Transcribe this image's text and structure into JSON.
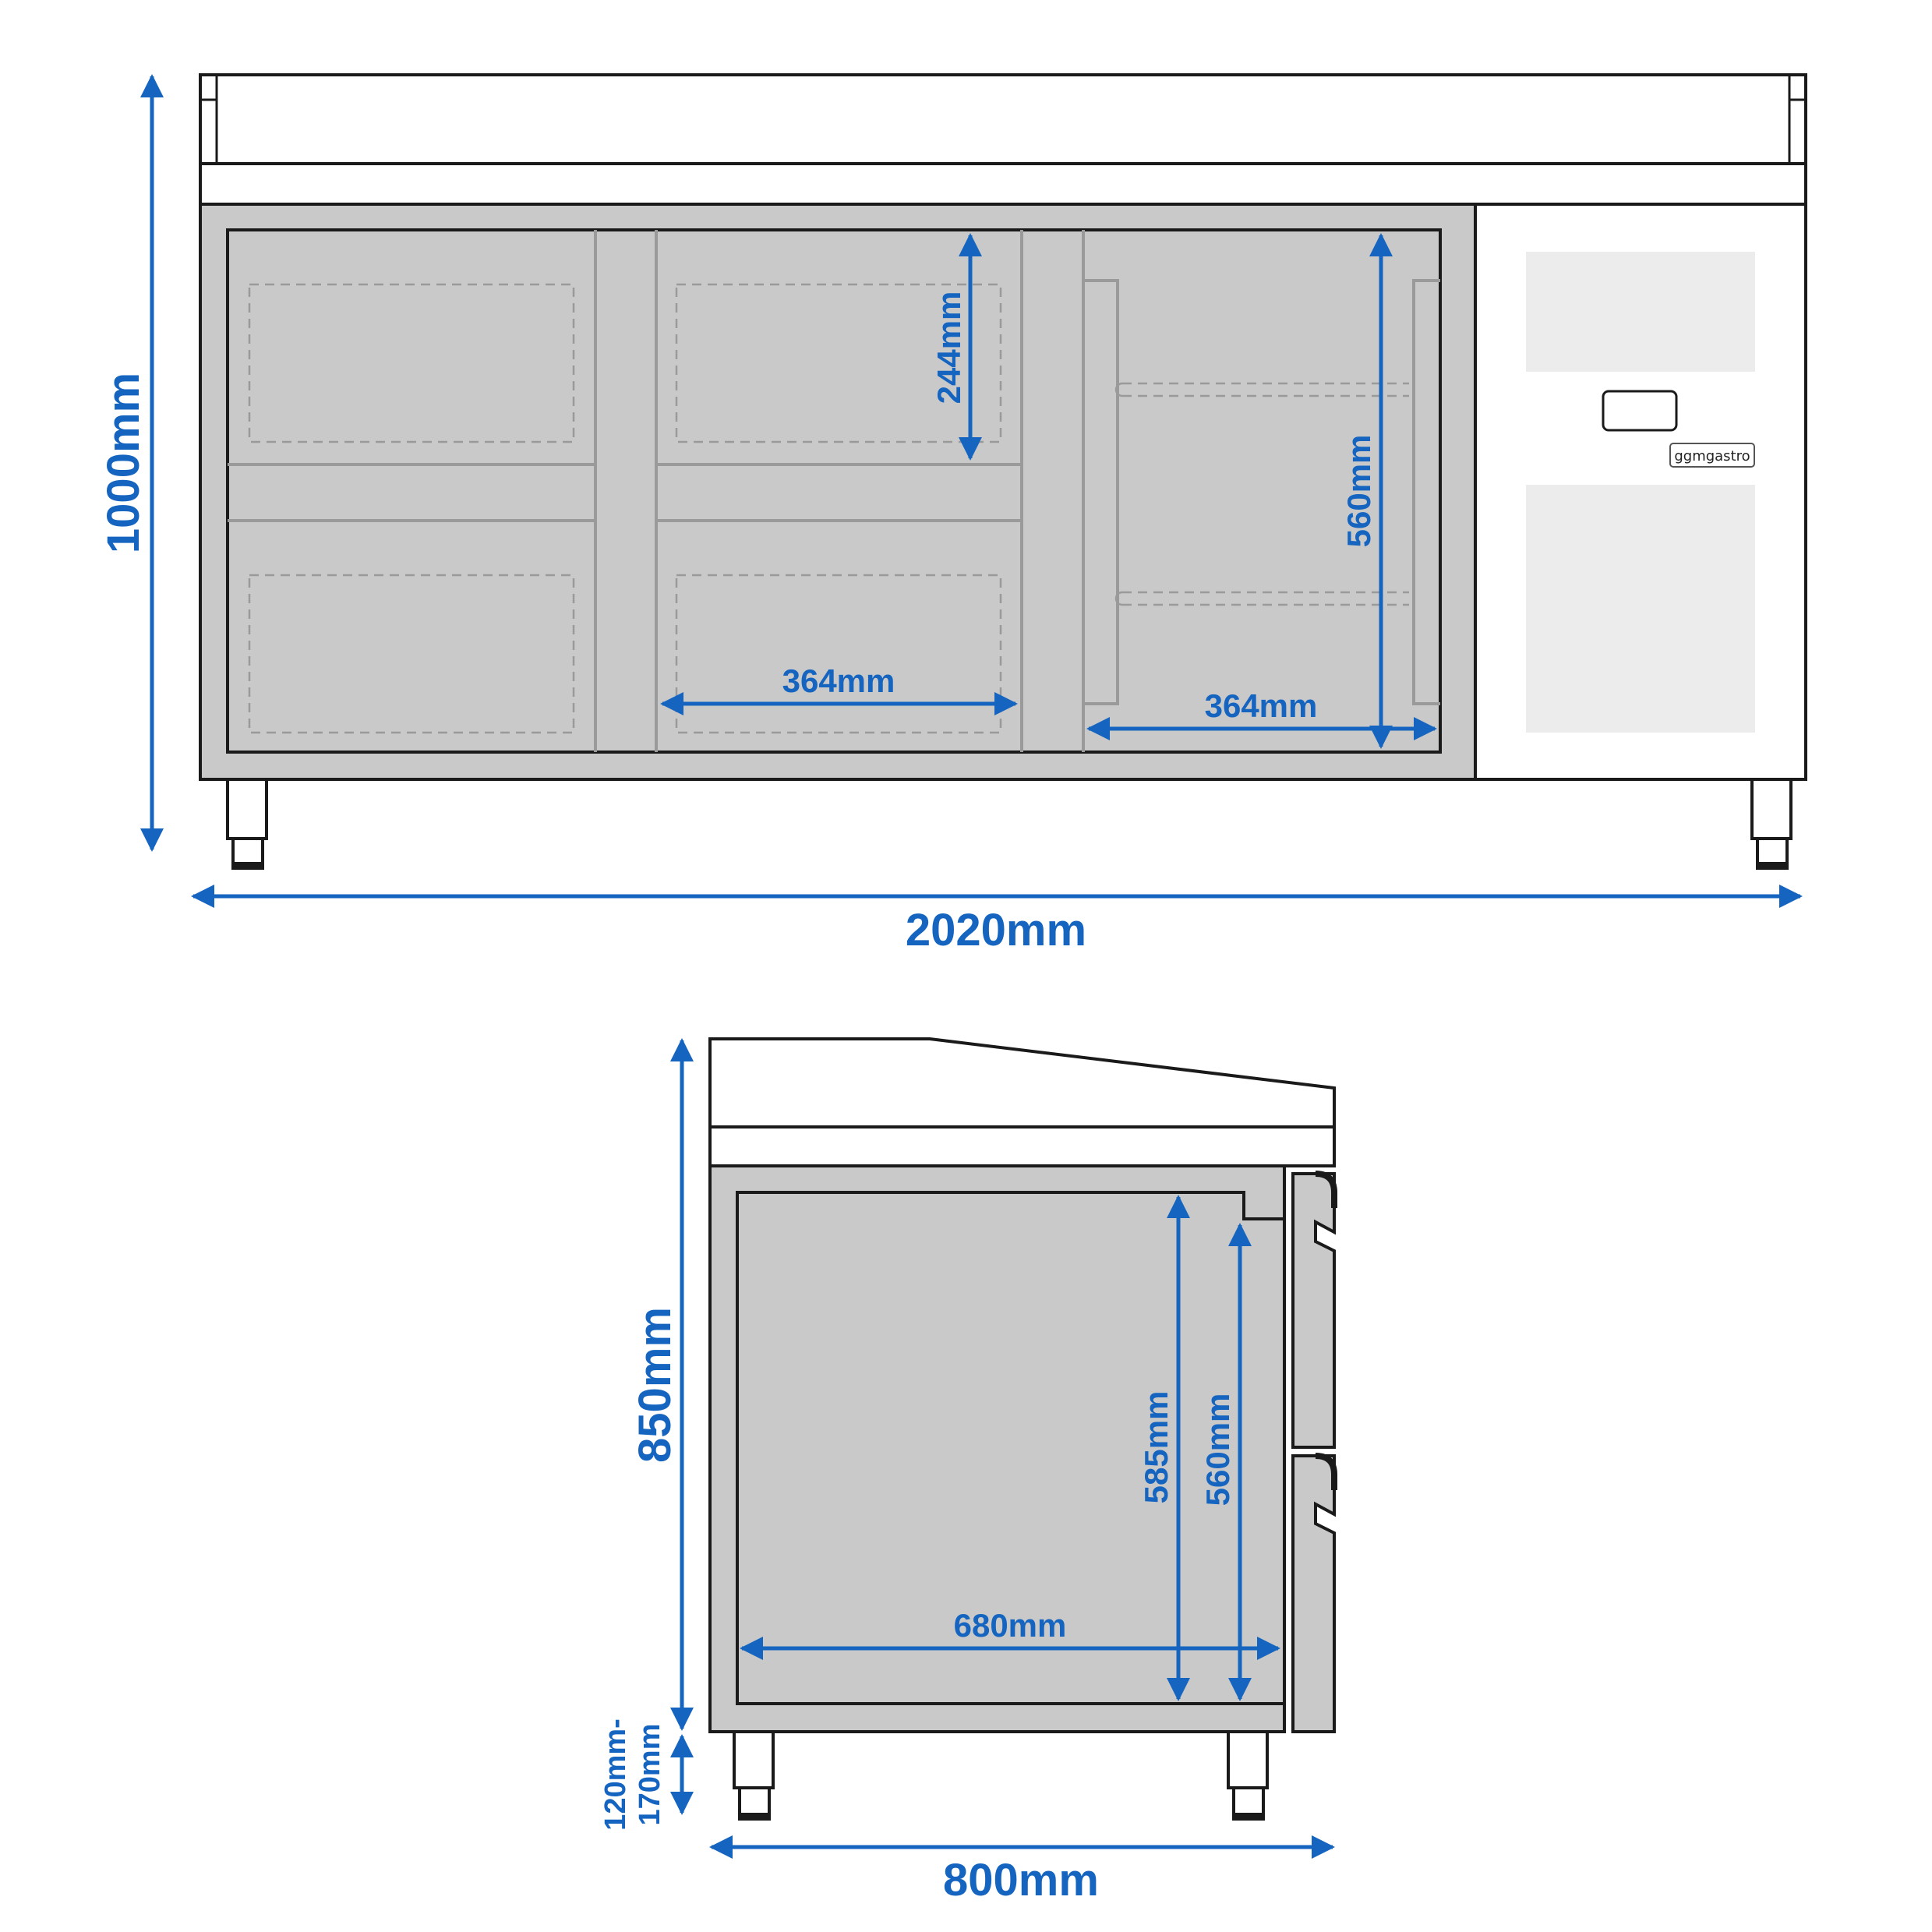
{
  "front_view": {
    "height_label": "1000mm",
    "width_label": "2020mm",
    "pan_height_label": "244mm",
    "pan_width_label": "364mm",
    "door_height_label": "560mm",
    "door_width_label": "364mm",
    "brand_label": "ggmgastro"
  },
  "side_view": {
    "height_label": "850mm",
    "leg_height_label_line1": "120mm-",
    "leg_height_label_line2": "170mm",
    "depth_label": "800mm",
    "inner_height_585_label": "585mm",
    "inner_height_560_label": "560mm",
    "inner_depth_label": "680mm"
  },
  "colors": {
    "dimension": "#1565c0",
    "outline": "#1a1a1a",
    "frame": "#c9c9c9"
  }
}
